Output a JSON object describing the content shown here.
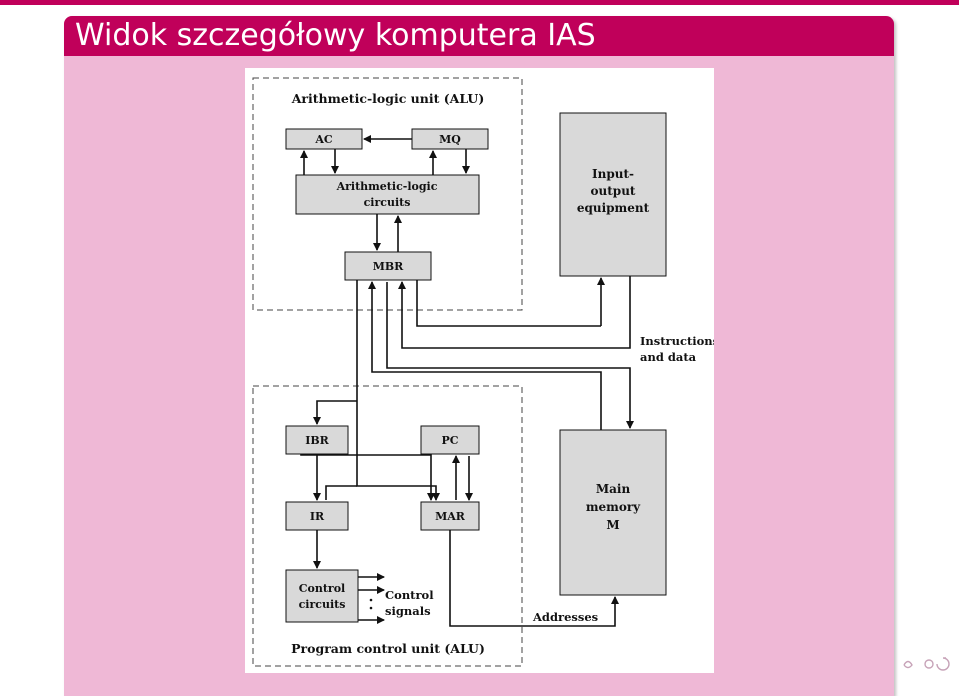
{
  "slide": {
    "title": "Widok szczegółowy komputera IAS"
  },
  "diagram": {
    "alu_region_label": "Arithmetic-logic unit (ALU)",
    "pcu_region_label": "Program control unit (ALU)",
    "blocks": {
      "ac": "AC",
      "mq": "MQ",
      "alc_line1": "Arithmetic-logic",
      "alc_line2": "circuits",
      "mbr": "MBR",
      "io_line1": "Input-",
      "io_line2": "output",
      "io_line3": "equipment",
      "ibr": "IBR",
      "pc": "PC",
      "ir": "IR",
      "mar": "MAR",
      "mem_line1": "Main",
      "mem_line2": "memory",
      "mem_line3": "M",
      "cc_line1": "Control",
      "cc_line2": "circuits"
    },
    "labels": {
      "instr_line1": "Instructions",
      "instr_line2": "and data",
      "ctrl_line1": "Control",
      "ctrl_line2": "signals",
      "addresses": "Addresses"
    }
  },
  "colors": {
    "accent": "#c0005a",
    "frame_bg": "#efb8d6",
    "block_fill": "#d9d9d9"
  },
  "icons": {
    "nav": "beamer-navigation-icons"
  }
}
